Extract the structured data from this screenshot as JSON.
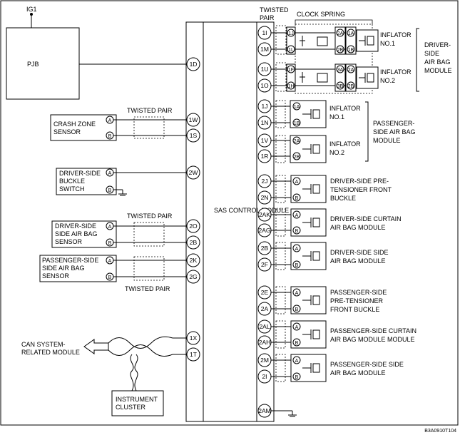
{
  "labels": {
    "ig1": "IG1",
    "pjb": "PJB",
    "twisted_pair_top": "TWISTED\nPAIR",
    "clock_spring": "CLOCK SPRING",
    "twisted_pair_crash": "TWISTED PAIR",
    "twisted_pair_side1": "TWISTED PAIR",
    "twisted_pair_side2": "TWISTED PAIR",
    "crash_zone_sensor": "CRASH ZONE\nSENSOR",
    "buckle_switch": "DRIVER-SIDE\nBUCKLE\nSWITCH",
    "drv_side_sensor": "DRIVER-SIDE\nSIDE AIR BAG\nSENSOR",
    "pas_side_sensor": "PASSENGER-SIDE\nSIDE AIR BAG\nSENSOR",
    "can_module": "CAN SYSTEM-\nRELATED MODULE",
    "instrument_cluster": "INSTRUMENT\nCLUSTER",
    "sas_module": "SAS\nCONTROL\nMODULE",
    "inflator1_drv": "INFLATOR\nNO.1",
    "inflator2_drv": "INFLATOR\nNO.2",
    "drv_air_bag_module": "DRIVER-\nSIDE\nAIR BAG\nMODULE",
    "inflator1_pas": "INFLATOR\nNO.1",
    "inflator2_pas": "INFLATOR\nNO.2",
    "pas_air_bag_module": "PASSENGER-\nSIDE AIR BAG\nMODULE",
    "drv_pretensioner": "DRIVER-SIDE PRE-\nTENSIONER FRONT\nBUCKLE",
    "drv_curtain": "DRIVER-SIDE CURTAIN\nAIR BAG MODULE",
    "drv_side_bag": "DRIVER-SIDE SIDE\nAIR BAG MODULE",
    "pas_pretensioner": "PASSENGER-SIDE\nPRE-TENSIONER\nFRONT BUCKLE",
    "pas_curtain": "PASSENGER-SIDE CURTAIN\nAIR BAG MODULE MODULE",
    "pas_side_bag": "PASSENGER-SIDE SIDE\nAIR BAG MODULE",
    "figure_code": "B3A0910T104"
  },
  "left_pins": [
    "1D",
    "1W",
    "1S",
    "2W",
    "2O",
    "2B",
    "2K",
    "2G",
    "1X",
    "1T"
  ],
  "right_pins": [
    "1I",
    "1M",
    "1U",
    "1O",
    "1J",
    "1N",
    "1V",
    "1R",
    "2J",
    "2N",
    "2AK",
    "2AG",
    "2B",
    "2F",
    "2E",
    "2A",
    "2AL",
    "2AH",
    "2M",
    "2I",
    "2AM"
  ],
  "clock_spring_pins": {
    "in": [
      "1J",
      "1L",
      "1F",
      "1H"
    ],
    "out": [
      "2A",
      "2B",
      "3A",
      "3B"
    ],
    "inflator": [
      "1A",
      "1B",
      "2A",
      "2B"
    ]
  },
  "pas_inflator_pins": [
    "1A",
    "1B",
    "2A",
    "2B"
  ],
  "sensor_pins": [
    "A",
    "B"
  ]
}
